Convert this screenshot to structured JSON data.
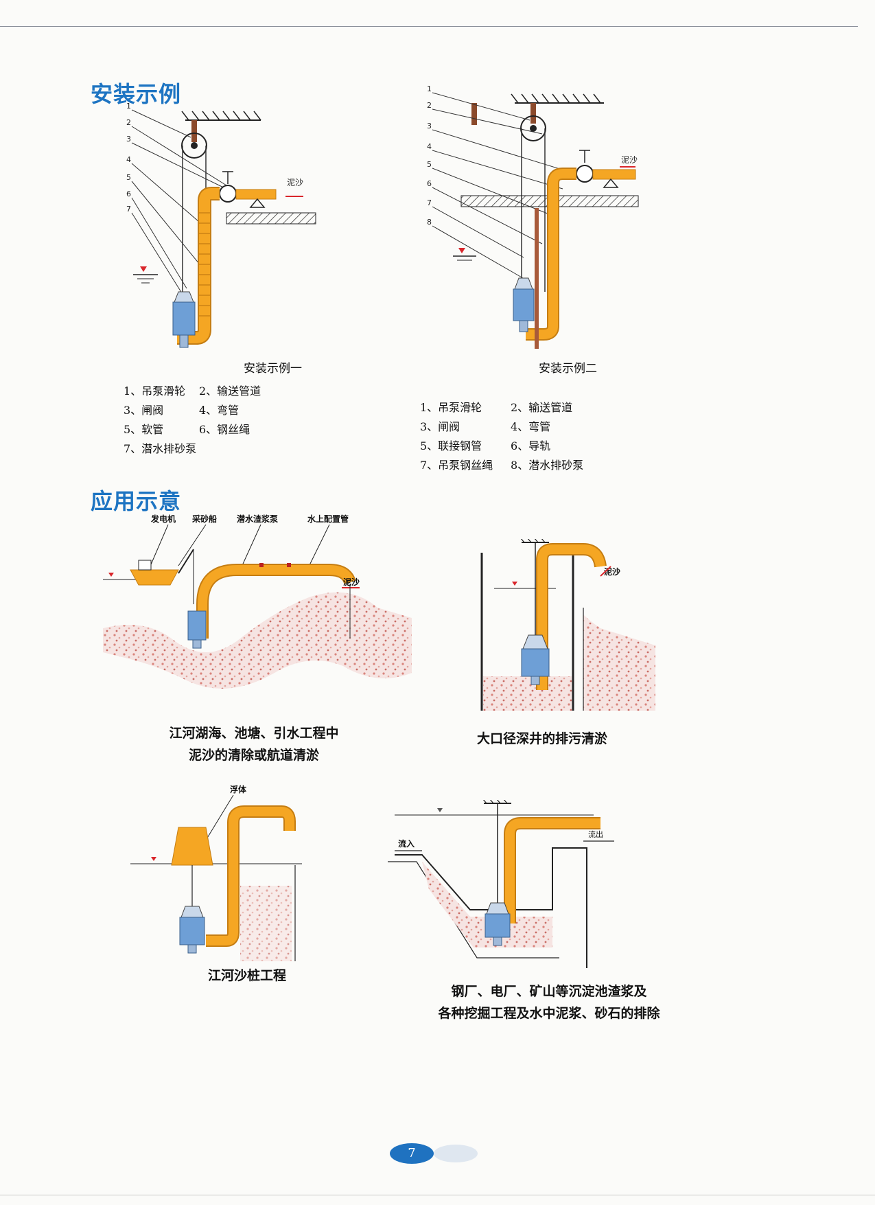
{
  "sections": {
    "install_title": "安装示例",
    "apply_title": "应用示意"
  },
  "install": {
    "example1": {
      "caption": "安装示例一",
      "label": "泥沙",
      "numbers": [
        "1",
        "2",
        "3",
        "4",
        "5",
        "6",
        "7"
      ],
      "legend": [
        "1、吊泵滑轮",
        "2、输送管道",
        "3、闸阀",
        "4、弯管",
        "5、软管",
        "6、钢丝绳",
        "7、潜水排砂泵"
      ]
    },
    "example2": {
      "caption": "安装示例二",
      "label": "泥沙",
      "numbers": [
        "1",
        "2",
        "3",
        "4",
        "5",
        "6",
        "7",
        "8"
      ],
      "legend": [
        "1、吊泵滑轮",
        "2、输送管道",
        "3、闸阀",
        "4、弯管",
        "5、联接钢管",
        "6、导轨",
        "7、吊泵钢丝绳",
        "8、潜水排砂泵"
      ]
    }
  },
  "apply": {
    "a1": {
      "labels": [
        "发电机",
        "采砂船",
        "潜水渣浆泵",
        "水上配置管",
        "泥沙"
      ],
      "caption_lines": [
        "江河湖海、池塘、引水工程中",
        "泥沙的清除或航道清淤"
      ]
    },
    "a2": {
      "labels": [
        "泥沙"
      ],
      "caption_lines": [
        "大口径深井的排污清淤"
      ]
    },
    "a3": {
      "labels": [
        "浮体"
      ],
      "caption_lines": [
        "江河沙桩工程"
      ]
    },
    "a4": {
      "labels": [
        "流入",
        "流出"
      ],
      "caption_lines": [
        "钢厂、电厂、矿山等沉淀池渣浆及",
        "各种挖掘工程及水中泥浆、砂石的排除"
      ]
    }
  },
  "page_number": "7",
  "colors": {
    "accent": "#1d74c2",
    "pipe": "#f5a623",
    "pipe_edge": "#d98a10",
    "pump": "#6e9fd6",
    "sediment": "#e6a6a0",
    "mud_label": "#d9262b"
  }
}
